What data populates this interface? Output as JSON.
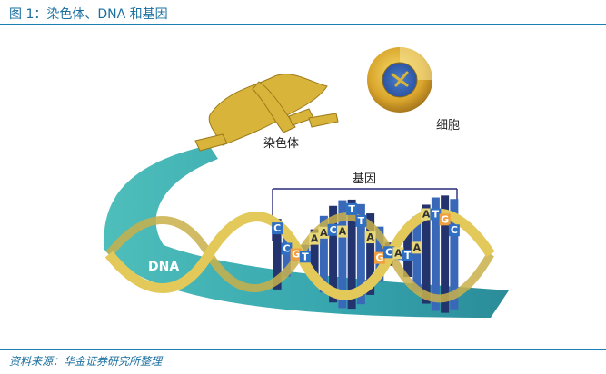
{
  "figure_title": "图 1：染色体、DNA 和基因",
  "labels": {
    "chromosome": "染色体",
    "cell": "细胞",
    "gene": "基因",
    "dna": "DNA"
  },
  "bases": [
    {
      "letter": "C",
      "color": "#2f6fc4"
    },
    {
      "letter": "C",
      "color": "#2f6fc4"
    },
    {
      "letter": "G",
      "color": "#f0a040"
    },
    {
      "letter": "T",
      "color": "#2f6fc4"
    },
    {
      "letter": "A",
      "color": "#e8d879"
    },
    {
      "letter": "A",
      "color": "#e8d879"
    },
    {
      "letter": "C",
      "color": "#2f6fc4"
    },
    {
      "letter": "A",
      "color": "#e8d879"
    },
    {
      "letter": "T",
      "color": "#2f6fc4"
    },
    {
      "letter": "T",
      "color": "#2f6fc4"
    },
    {
      "letter": "A",
      "color": "#e8d879"
    },
    {
      "letter": "G",
      "color": "#f0a040"
    },
    {
      "letter": "C",
      "color": "#2f6fc4"
    },
    {
      "letter": "A",
      "color": "#e8d879"
    },
    {
      "letter": "T",
      "color": "#2f6fc4"
    },
    {
      "letter": "A",
      "color": "#e8d879"
    },
    {
      "letter": "A",
      "color": "#e8d879"
    },
    {
      "letter": "T",
      "color": "#2f6fc4"
    },
    {
      "letter": "G",
      "color": "#f0a040"
    },
    {
      "letter": "C",
      "color": "#2f6fc4"
    }
  ],
  "source": "资料来源：华金证券研究所整理",
  "colors": {
    "accent": "#1a7fb5",
    "strand": "#e2c95a",
    "ribbon": "#2aa6a6",
    "chromosome": "#d9b43a",
    "bracket": "#2a2a7a"
  }
}
